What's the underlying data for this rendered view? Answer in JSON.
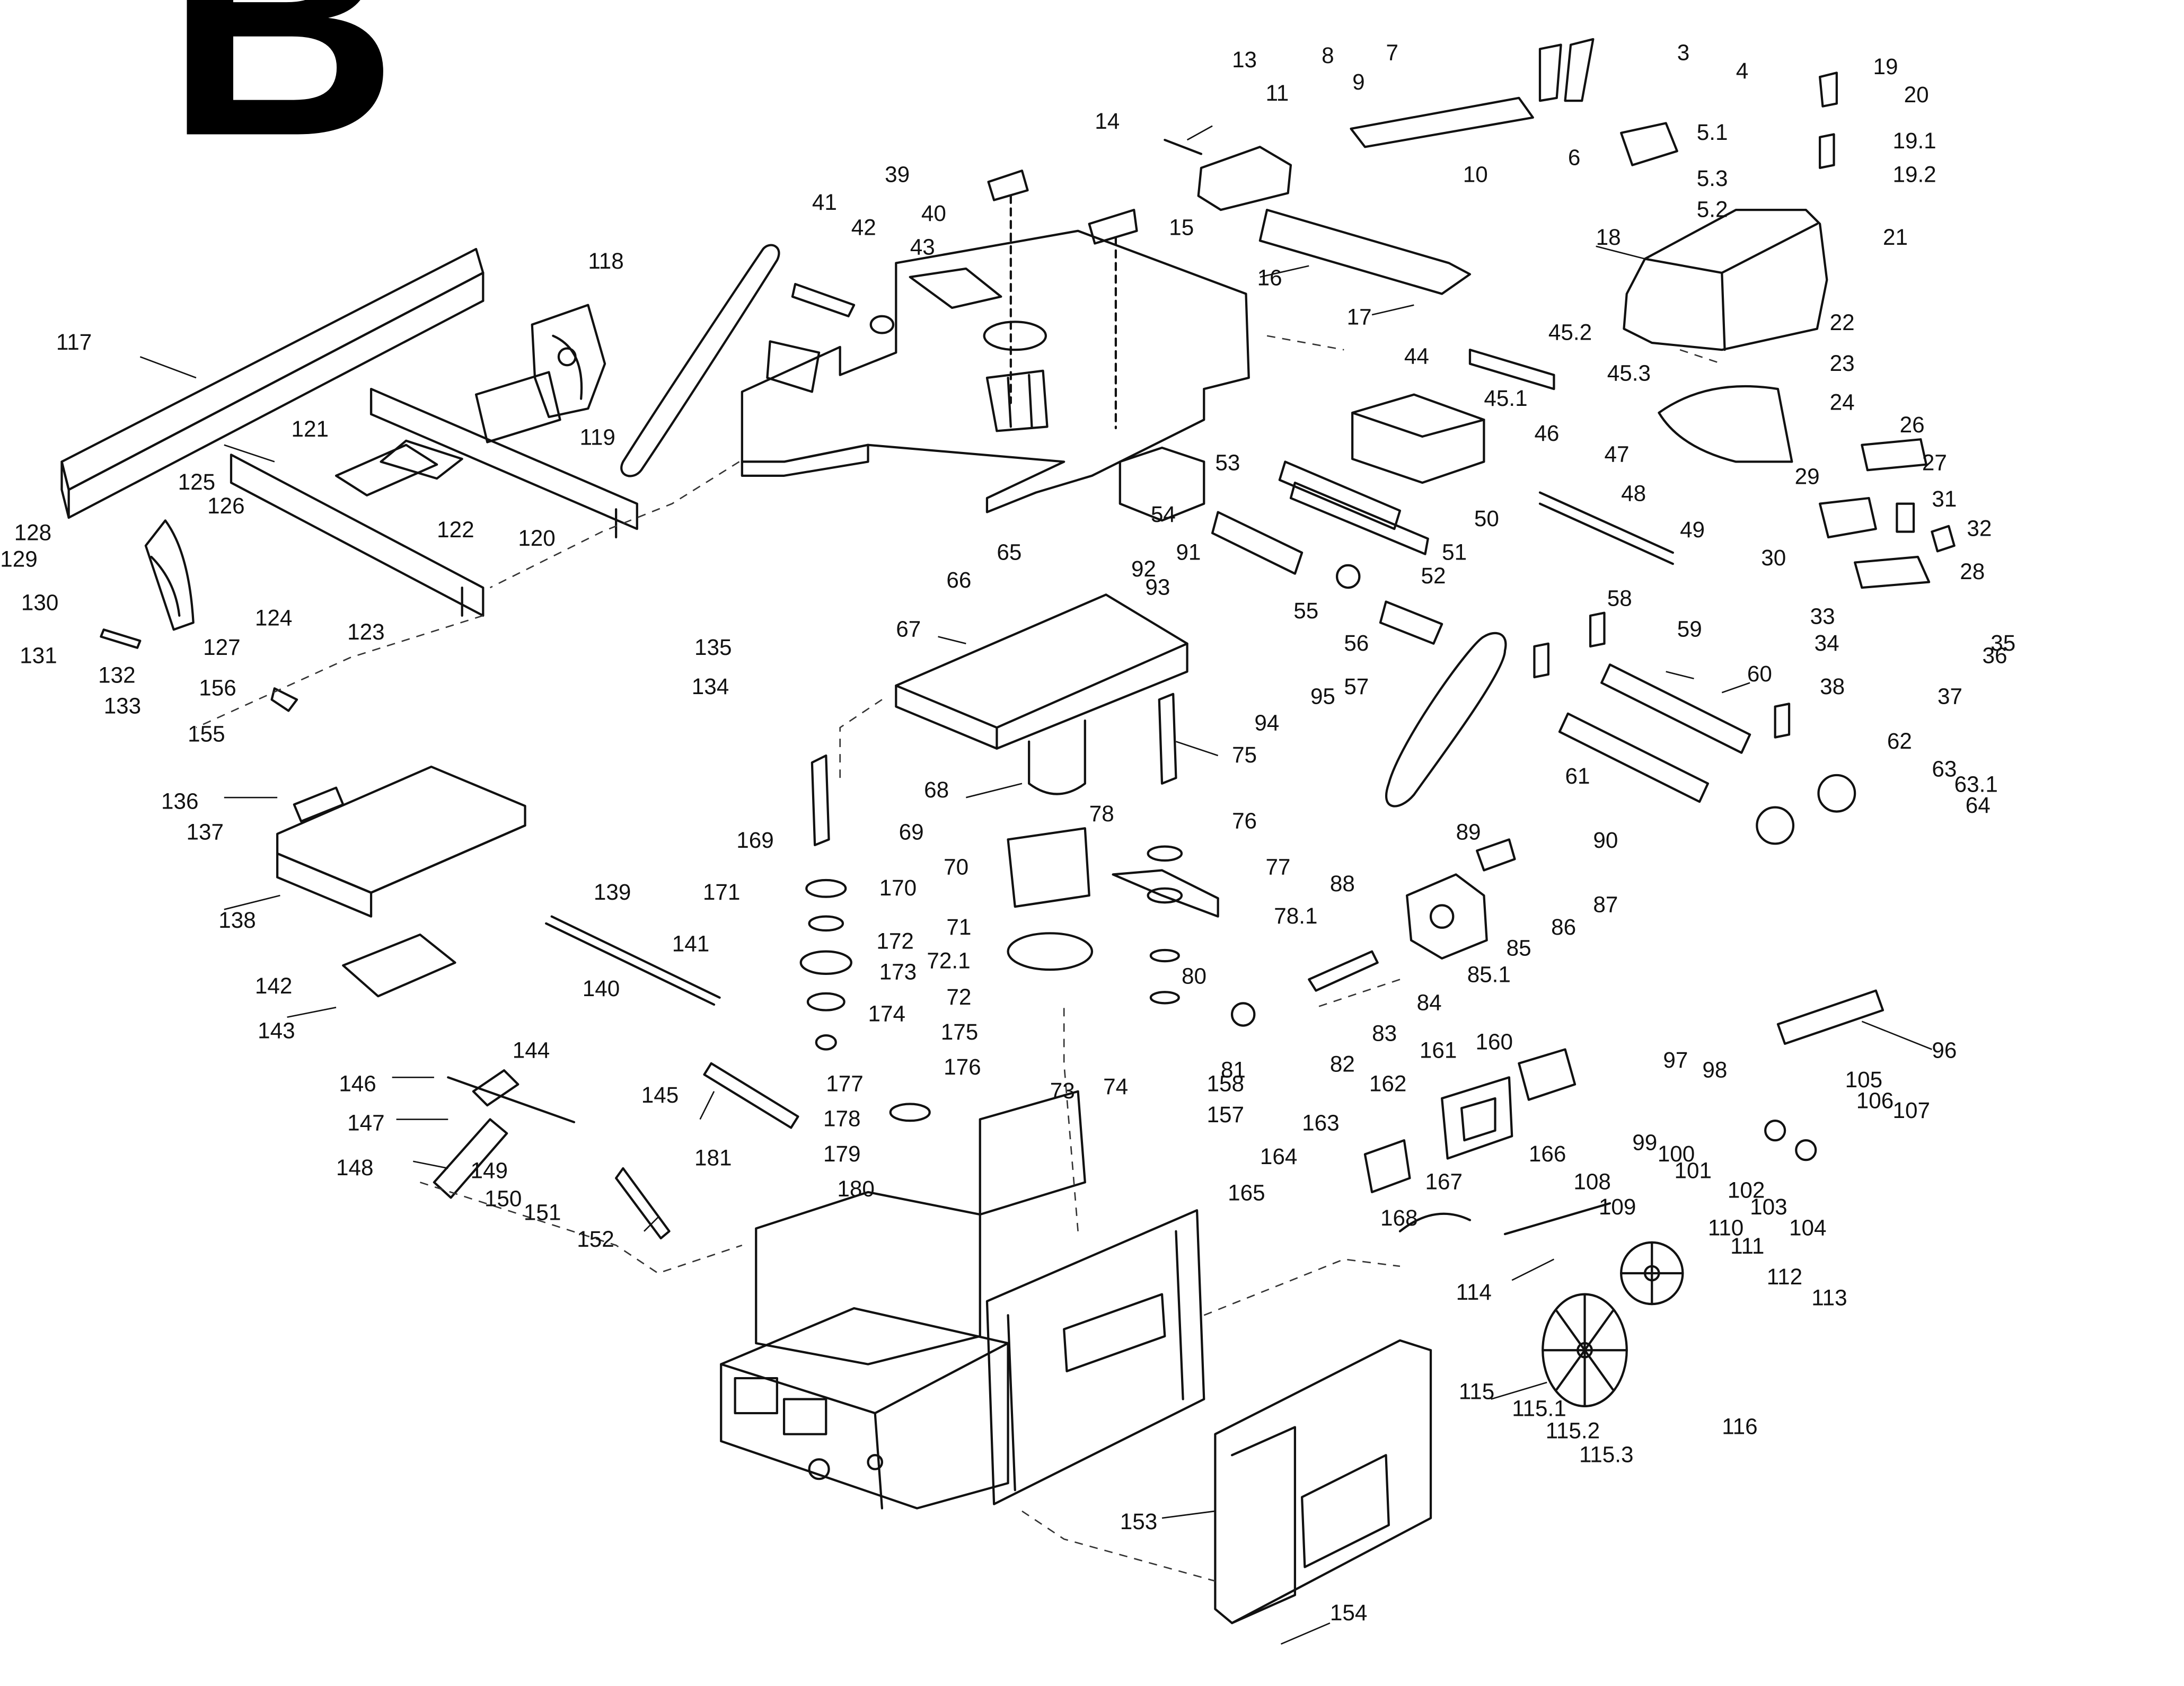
{
  "sheet_title": "B",
  "colors": {
    "ink": "#111111",
    "background": "#ffffff",
    "dashed": "#333333"
  },
  "parts": [
    {
      "id": "p1",
      "label": "13"
    },
    {
      "id": "p2",
      "label": "8"
    },
    {
      "id": "p3",
      "label": "7"
    },
    {
      "id": "p4",
      "label": "3"
    },
    {
      "id": "p5",
      "label": "4"
    },
    {
      "id": "p6",
      "label": "19"
    },
    {
      "id": "p7",
      "label": "20"
    },
    {
      "id": "p8",
      "label": "14"
    },
    {
      "id": "p9",
      "label": "11"
    },
    {
      "id": "p10",
      "label": "9"
    },
    {
      "id": "p11",
      "label": "6"
    },
    {
      "id": "p12",
      "label": "5.1"
    },
    {
      "id": "p13",
      "label": "19.1"
    },
    {
      "id": "p14",
      "label": "19.2"
    },
    {
      "id": "p15",
      "label": "10"
    },
    {
      "id": "p16",
      "label": "5.3"
    },
    {
      "id": "p17",
      "label": "5.2"
    },
    {
      "id": "p18",
      "label": "39"
    },
    {
      "id": "p19",
      "label": "41"
    },
    {
      "id": "p20",
      "label": "40"
    },
    {
      "id": "p21",
      "label": "42"
    },
    {
      "id": "p22",
      "label": "15"
    },
    {
      "id": "p23",
      "label": "18"
    },
    {
      "id": "p24",
      "label": "21"
    },
    {
      "id": "p25",
      "label": "118"
    },
    {
      "id": "p26",
      "label": "43"
    },
    {
      "id": "p27",
      "label": "16"
    },
    {
      "id": "p28",
      "label": "17"
    },
    {
      "id": "p29",
      "label": "22"
    },
    {
      "id": "p30",
      "label": "117"
    },
    {
      "id": "p31",
      "label": "45.2"
    },
    {
      "id": "p32",
      "label": "23"
    },
    {
      "id": "p33",
      "label": "44"
    },
    {
      "id": "p34",
      "label": "45.3"
    },
    {
      "id": "p35",
      "label": "45.1"
    },
    {
      "id": "p36",
      "label": "24"
    },
    {
      "id": "p37",
      "label": "121"
    },
    {
      "id": "p38",
      "label": "119"
    },
    {
      "id": "p39",
      "label": "26"
    },
    {
      "id": "p40",
      "label": "46"
    },
    {
      "id": "p41",
      "label": "47"
    },
    {
      "id": "p42",
      "label": "27"
    },
    {
      "id": "p43",
      "label": "125"
    },
    {
      "id": "p44",
      "label": "53"
    },
    {
      "id": "p45",
      "label": "122"
    },
    {
      "id": "p46",
      "label": "126"
    },
    {
      "id": "p47",
      "label": "48"
    },
    {
      "id": "p48",
      "label": "29"
    },
    {
      "id": "p49",
      "label": "31"
    },
    {
      "id": "p50",
      "label": "128"
    },
    {
      "id": "p51",
      "label": "54"
    },
    {
      "id": "p52",
      "label": "50"
    },
    {
      "id": "p53",
      "label": "32"
    },
    {
      "id": "p54",
      "label": "120"
    },
    {
      "id": "p55",
      "label": "129"
    },
    {
      "id": "p56",
      "label": "49"
    },
    {
      "id": "p57",
      "label": "51"
    },
    {
      "id": "p58",
      "label": "30"
    },
    {
      "id": "p59",
      "label": "91"
    },
    {
      "id": "p60",
      "label": "65"
    },
    {
      "id": "p61",
      "label": "52"
    },
    {
      "id": "p62",
      "label": "28"
    },
    {
      "id": "p63",
      "label": "92"
    },
    {
      "id": "p64",
      "label": "130"
    },
    {
      "id": "p65",
      "label": "124"
    },
    {
      "id": "p66",
      "label": "66"
    },
    {
      "id": "p67",
      "label": "93"
    },
    {
      "id": "p68",
      "label": "55"
    },
    {
      "id": "p69",
      "label": "58"
    },
    {
      "id": "p70",
      "label": "123"
    },
    {
      "id": "p71",
      "label": "33"
    },
    {
      "id": "p72",
      "label": "127"
    },
    {
      "id": "p73",
      "label": "67"
    },
    {
      "id": "p74",
      "label": "56"
    },
    {
      "id": "p75",
      "label": "59"
    },
    {
      "id": "p76",
      "label": "135"
    },
    {
      "id": "p77",
      "label": "35"
    },
    {
      "id": "p78",
      "label": "131"
    },
    {
      "id": "p79",
      "label": "34"
    },
    {
      "id": "p80",
      "label": "36"
    },
    {
      "id": "p81",
      "label": "132"
    },
    {
      "id": "p82",
      "label": "60"
    },
    {
      "id": "p83",
      "label": "95"
    },
    {
      "id": "p84",
      "label": "134"
    },
    {
      "id": "p85",
      "label": "57"
    },
    {
      "id": "p86",
      "label": "38"
    },
    {
      "id": "p87",
      "label": "37"
    },
    {
      "id": "p88",
      "label": "156"
    },
    {
      "id": "p89",
      "label": "133"
    },
    {
      "id": "p90",
      "label": "94"
    },
    {
      "id": "p91",
      "label": "155"
    },
    {
      "id": "p92",
      "label": "75"
    },
    {
      "id": "p93",
      "label": "62"
    },
    {
      "id": "p94",
      "label": "61"
    },
    {
      "id": "p95",
      "label": "63"
    },
    {
      "id": "p96",
      "label": "68"
    },
    {
      "id": "p97",
      "label": "63.1"
    },
    {
      "id": "p98",
      "label": "136"
    },
    {
      "id": "p99",
      "label": "64"
    },
    {
      "id": "p100",
      "label": "137"
    },
    {
      "id": "p101",
      "label": "78"
    },
    {
      "id": "p102",
      "label": "169"
    },
    {
      "id": "p103",
      "label": "69"
    },
    {
      "id": "p104",
      "label": "76"
    },
    {
      "id": "p105",
      "label": "89"
    },
    {
      "id": "p106",
      "label": "90"
    },
    {
      "id": "p107",
      "label": "70"
    },
    {
      "id": "p108",
      "label": "77"
    },
    {
      "id": "p109",
      "label": "88"
    },
    {
      "id": "p110",
      "label": "171"
    },
    {
      "id": "p111",
      "label": "170"
    },
    {
      "id": "p112",
      "label": "139"
    },
    {
      "id": "p113",
      "label": "138"
    },
    {
      "id": "p114",
      "label": "87"
    },
    {
      "id": "p115",
      "label": "78.1"
    },
    {
      "id": "p116",
      "label": "86"
    },
    {
      "id": "p117",
      "label": "141"
    },
    {
      "id": "p118",
      "label": "172"
    },
    {
      "id": "p119",
      "label": "71"
    },
    {
      "id": "p120",
      "label": "85"
    },
    {
      "id": "p121",
      "label": "72.1"
    },
    {
      "id": "p122",
      "label": "173"
    },
    {
      "id": "p123",
      "label": "142"
    },
    {
      "id": "p124",
      "label": "140"
    },
    {
      "id": "p125",
      "label": "85.1"
    },
    {
      "id": "p126",
      "label": "80"
    },
    {
      "id": "p127",
      "label": "72"
    },
    {
      "id": "p128",
      "label": "84"
    },
    {
      "id": "p129",
      "label": "174"
    },
    {
      "id": "p130",
      "label": "143"
    },
    {
      "id": "p131",
      "label": "175"
    },
    {
      "id": "p132",
      "label": "83"
    },
    {
      "id": "p133",
      "label": "96"
    },
    {
      "id": "p134",
      "label": "144"
    },
    {
      "id": "p135",
      "label": "82"
    },
    {
      "id": "p136",
      "label": "176"
    },
    {
      "id": "p137",
      "label": "161"
    },
    {
      "id": "p138",
      "label": "160"
    },
    {
      "id": "p139",
      "label": "81"
    },
    {
      "id": "p140",
      "label": "73"
    },
    {
      "id": "p141",
      "label": "74"
    },
    {
      "id": "p142",
      "label": "158"
    },
    {
      "id": "p143",
      "label": "97"
    },
    {
      "id": "p144",
      "label": "98"
    },
    {
      "id": "p145",
      "label": "146"
    },
    {
      "id": "p146",
      "label": "177"
    },
    {
      "id": "p147",
      "label": "162"
    },
    {
      "id": "p148",
      "label": "105"
    },
    {
      "id": "p149",
      "label": "145"
    },
    {
      "id": "p150",
      "label": "106"
    },
    {
      "id": "p151",
      "label": "107"
    },
    {
      "id": "p152",
      "label": "157"
    },
    {
      "id": "p153",
      "label": "147"
    },
    {
      "id": "p154",
      "label": "178"
    },
    {
      "id": "p155",
      "label": "99"
    },
    {
      "id": "p156",
      "label": "100"
    },
    {
      "id": "p157",
      "label": "163"
    },
    {
      "id": "p158",
      "label": "101"
    },
    {
      "id": "p159",
      "label": "179"
    },
    {
      "id": "p160",
      "label": "164"
    },
    {
      "id": "p161",
      "label": "181"
    },
    {
      "id": "p162",
      "label": "166"
    },
    {
      "id": "p163",
      "label": "102"
    },
    {
      "id": "p164",
      "label": "148"
    },
    {
      "id": "p165",
      "label": "149"
    },
    {
      "id": "p166",
      "label": "167"
    },
    {
      "id": "p167",
      "label": "108"
    },
    {
      "id": "p168",
      "label": "103"
    },
    {
      "id": "p169",
      "label": "180"
    },
    {
      "id": "p170",
      "label": "165"
    },
    {
      "id": "p171",
      "label": "150"
    },
    {
      "id": "p172",
      "label": "151"
    },
    {
      "id": "p173",
      "label": "109"
    },
    {
      "id": "p174",
      "label": "104"
    },
    {
      "id": "p175",
      "label": "152"
    },
    {
      "id": "p176",
      "label": "168"
    },
    {
      "id": "p177",
      "label": "110"
    },
    {
      "id": "p178",
      "label": "111"
    },
    {
      "id": "p179",
      "label": "114"
    },
    {
      "id": "p180",
      "label": "112"
    },
    {
      "id": "p181",
      "label": "113"
    },
    {
      "id": "p182",
      "label": "115"
    },
    {
      "id": "p183",
      "label": "115.1"
    },
    {
      "id": "p184",
      "label": "116"
    },
    {
      "id": "p185",
      "label": "115.2"
    },
    {
      "id": "p186",
      "label": "115.3"
    },
    {
      "id": "p187",
      "label": "153"
    },
    {
      "id": "p188",
      "label": "154"
    }
  ]
}
